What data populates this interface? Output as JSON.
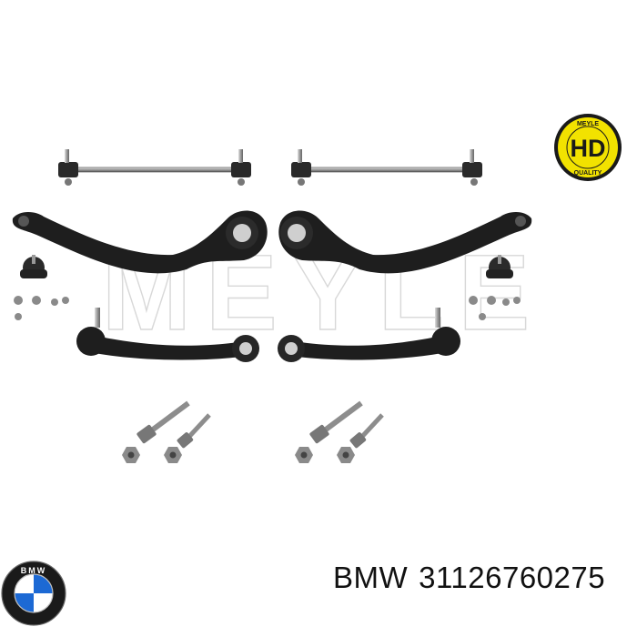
{
  "hd_badge": {
    "brand": "MEYLE",
    "grade": "HD",
    "label": "QUALITY",
    "color": "#f2e200"
  },
  "watermark": "MEYLE",
  "caption": {
    "brand": "BMW",
    "part_number": "31126760275"
  },
  "bmw_logo": {
    "letters": "BMW",
    "blue": "#1c69d4"
  }
}
